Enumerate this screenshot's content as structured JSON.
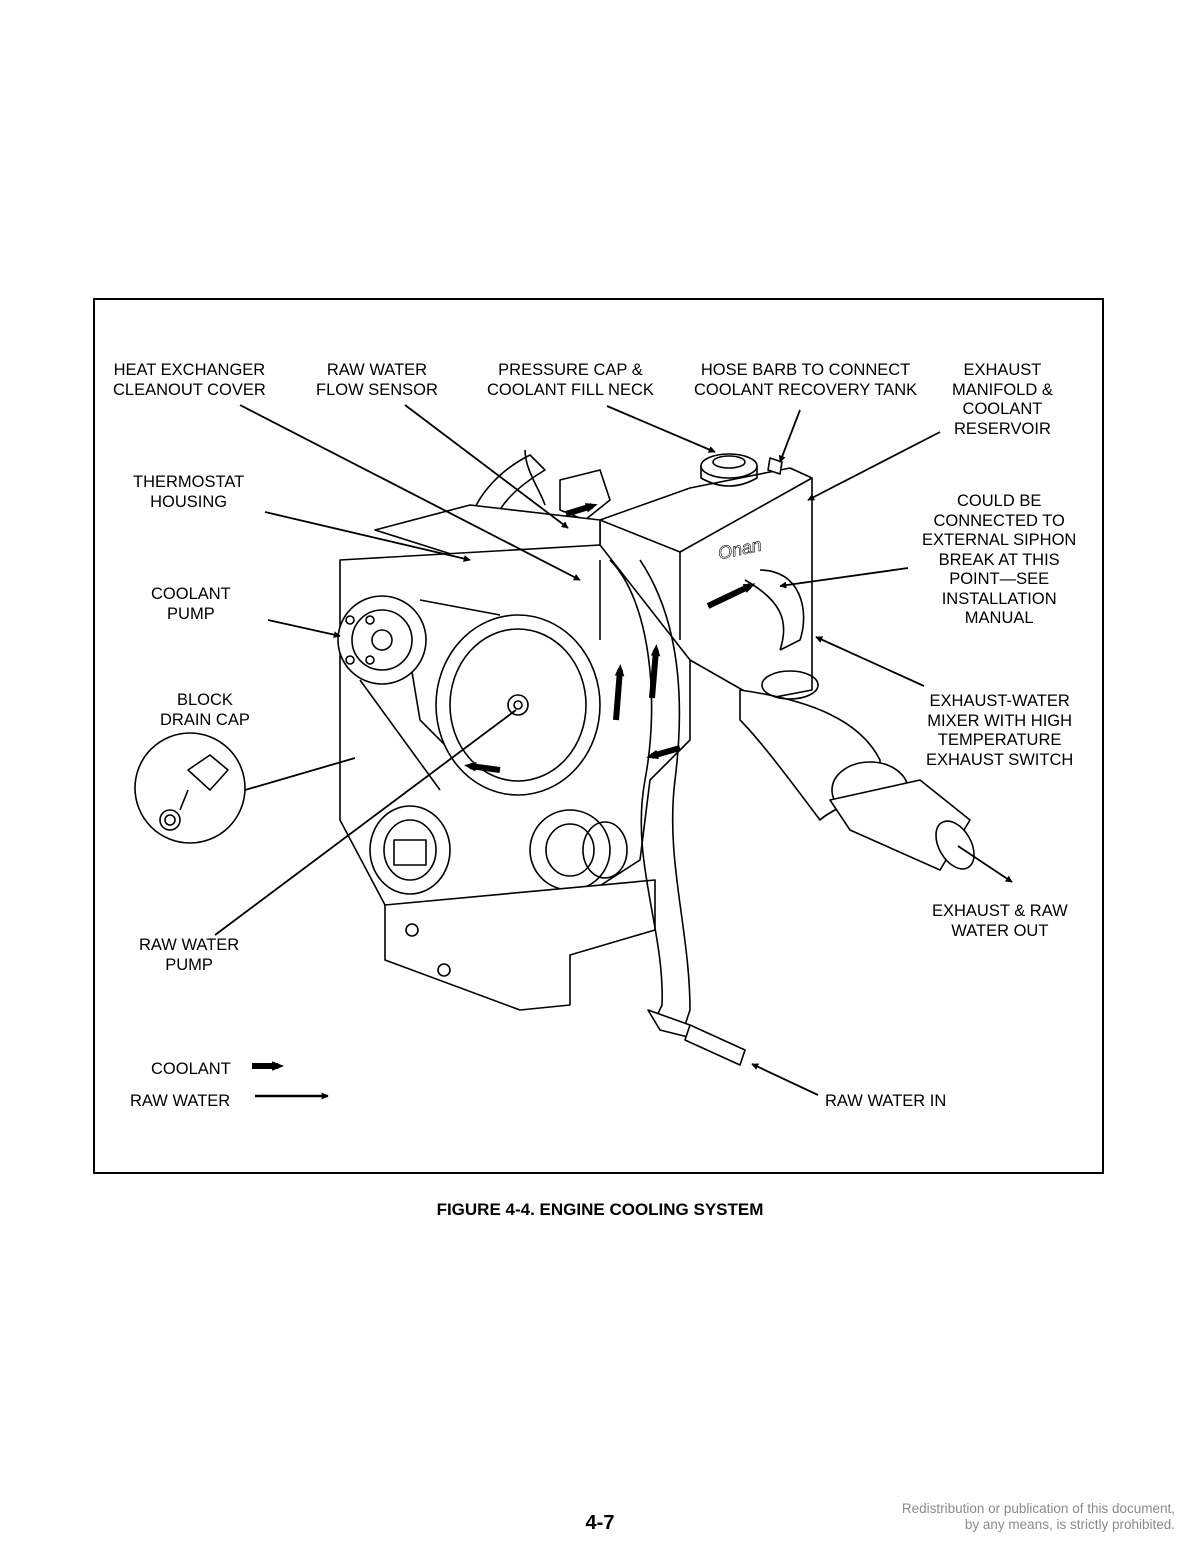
{
  "figure": {
    "caption": "FIGURE 4-4. ENGINE COOLING SYSTEM",
    "engine_logo": "Onan",
    "labels": {
      "heat_exchanger": "HEAT EXCHANGER\nCLEANOUT COVER",
      "raw_water_flow_sensor": "RAW WATER\nFLOW SENSOR",
      "pressure_cap": "PRESSURE CAP &\nCOOLANT FILL NECK",
      "hose_barb": "HOSE BARB TO CONNECT\nCOOLANT RECOVERY TANK",
      "exhaust_manifold": "EXHAUST\nMANIFOLD &\nCOOLANT\nRESERVOIR",
      "thermostat_housing": "THERMOSTAT\nHOUSING",
      "siphon_break": "COULD BE\nCONNECTED TO\nEXTERNAL SIPHON\nBREAK AT THIS\nPOINT—SEE\nINSTALLATION\nMANUAL",
      "coolant_pump": "COOLANT\nPUMP",
      "block_drain_cap": "BLOCK\nDRAIN CAP",
      "exhaust_water_mixer": "EXHAUST-WATER\nMIXER WITH HIGH\nTEMPERATURE\nEXHAUST SWITCH",
      "exhaust_raw_water_out": "EXHAUST & RAW\nWATER OUT",
      "raw_water_pump": "RAW WATER\nPUMP",
      "raw_water_in": "RAW WATER IN"
    },
    "legend": {
      "coolant": "COOLANT",
      "raw_water": "RAW WATER"
    }
  },
  "page": {
    "number": "4-7",
    "notice": "Redistribution or publication of this document,\nby any means, is strictly prohibited."
  }
}
